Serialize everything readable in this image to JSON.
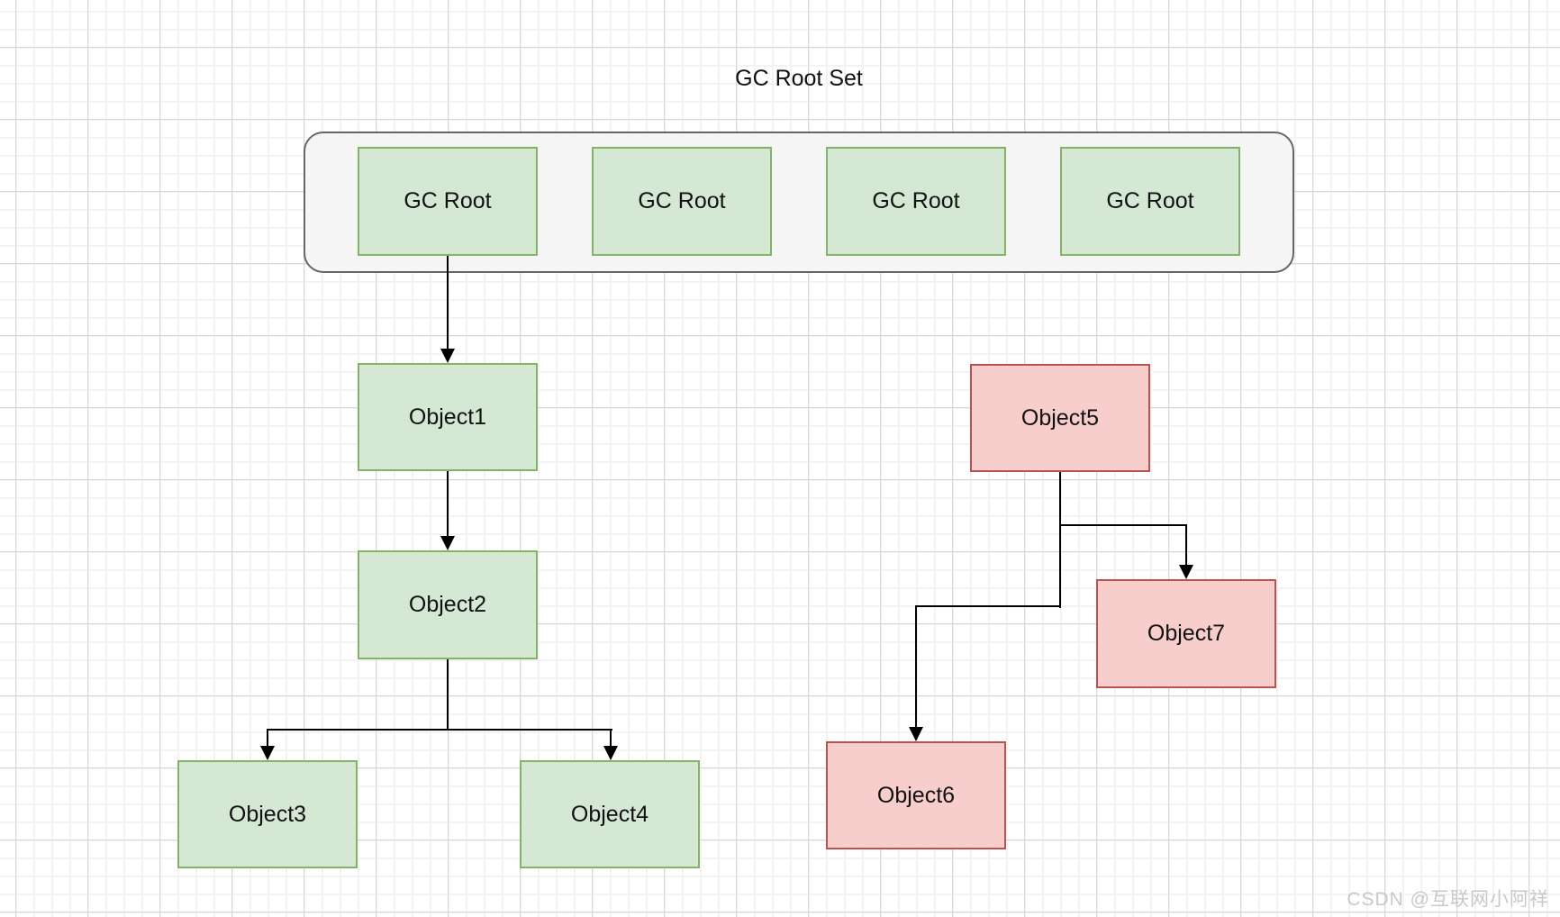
{
  "diagram": {
    "title": "GC Root Set",
    "gc_root_set": {
      "roots": [
        {
          "label": "GC Root"
        },
        {
          "label": "GC Root"
        },
        {
          "label": "GC Root"
        },
        {
          "label": "GC Root"
        }
      ]
    },
    "nodes": [
      {
        "id": "object1",
        "label": "Object1",
        "status": "reachable"
      },
      {
        "id": "object2",
        "label": "Object2",
        "status": "reachable"
      },
      {
        "id": "object3",
        "label": "Object3",
        "status": "reachable"
      },
      {
        "id": "object4",
        "label": "Object4",
        "status": "reachable"
      },
      {
        "id": "object5",
        "label": "Object5",
        "status": "unreachable"
      },
      {
        "id": "object6",
        "label": "Object6",
        "status": "unreachable"
      },
      {
        "id": "object7",
        "label": "Object7",
        "status": "unreachable"
      }
    ],
    "edges": [
      {
        "from": "gc-root-1",
        "to": "object1"
      },
      {
        "from": "object1",
        "to": "object2"
      },
      {
        "from": "object2",
        "to": "object3"
      },
      {
        "from": "object2",
        "to": "object4"
      },
      {
        "from": "object5",
        "to": "object7"
      },
      {
        "from": "object5",
        "to": "object6"
      }
    ]
  },
  "colors": {
    "reachable_fill": "#d5e8d4",
    "reachable_border": "#82b366",
    "unreachable_fill": "#f8cecc",
    "unreachable_border": "#b85450",
    "container_fill": "#f5f5f5",
    "container_border": "#666666",
    "connector": "#000000",
    "grid_minor": "#f3f3f3",
    "grid_major": "#d6d6d6"
  },
  "watermark": {
    "text": "CSDN @互联网小阿祥"
  }
}
